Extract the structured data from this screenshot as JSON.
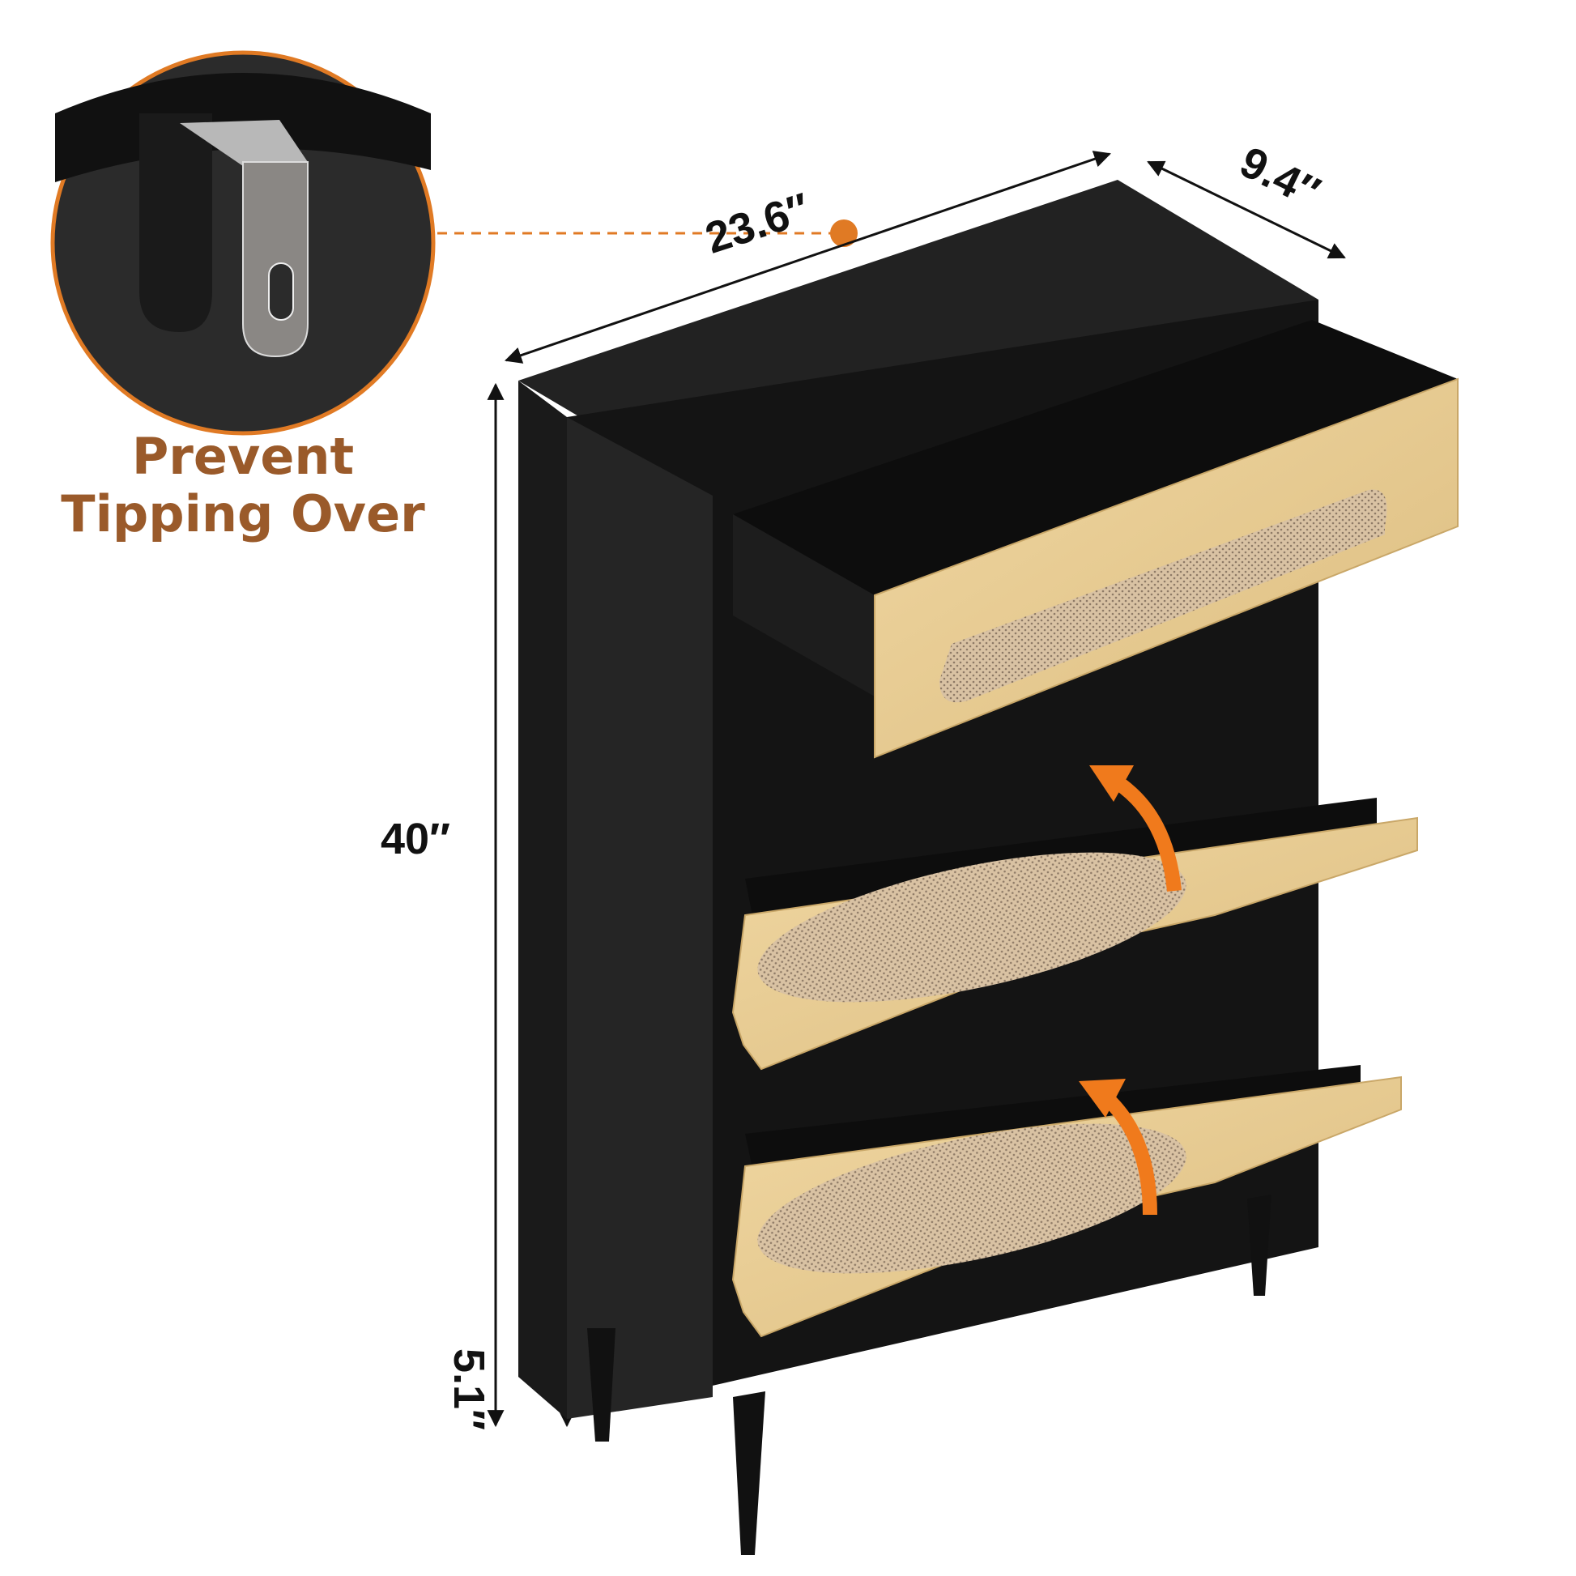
{
  "callout": {
    "line1": "Prevent",
    "line2": "Tipping Over",
    "icon": "anti-tip-bracket-icon",
    "text_color": "#9a5a2a",
    "ring_color": "#e07a24"
  },
  "dimensions": {
    "width": "23.6″",
    "depth": "9.4″",
    "height": "40″",
    "leg_height": "5.1″"
  },
  "product": {
    "body_color": "#1c1c1c",
    "wood_color": "#e6c98f",
    "rattan_color": "#d9c2a3",
    "arrow_color": "#f07a1c",
    "drawers": 1,
    "flip_compartments": 2
  }
}
